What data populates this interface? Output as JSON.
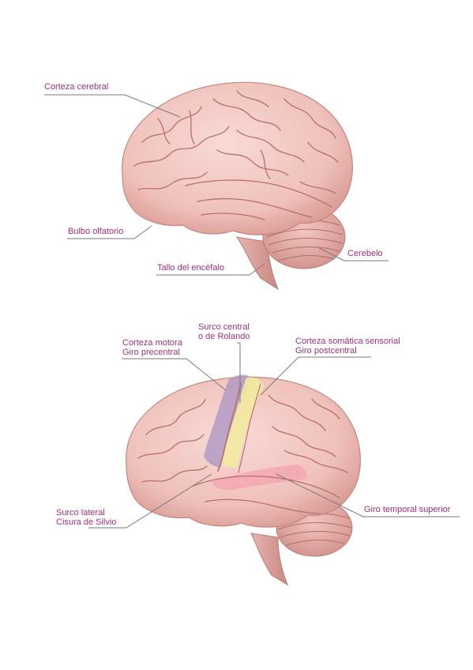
{
  "colors": {
    "label": "#a0307a",
    "leader": "#7a7a7a",
    "brain_fill": "#f3c9c4",
    "brain_shadow": "#d9918c",
    "gyri_line": "#b86e6b",
    "motor_cortex": "#a993c4",
    "sensory_cortex": "#f2eaa0",
    "temporal_gyrus": "#f4a3ad"
  },
  "figure1": {
    "labels": {
      "cerebral_cortex": "Corteza cerebral",
      "olfactory_bulb": "Bulbo olfatorio",
      "cerebellum": "Cerebelo",
      "brainstem": "Tallo del encéfalo"
    }
  },
  "figure2": {
    "labels": {
      "motor_cortex": [
        "Corteza motora",
        "Giro precentral"
      ],
      "central_sulcus": [
        "Surco central",
        "o de Rolando"
      ],
      "sensory_cortex": [
        "Corteza somática sensorial",
        "Giro postcentral"
      ],
      "lateral_sulcus": [
        "Surco lateral",
        "Cisura de Silvio"
      ],
      "superior_temporal_gyrus": "Giro temporal superior"
    }
  }
}
